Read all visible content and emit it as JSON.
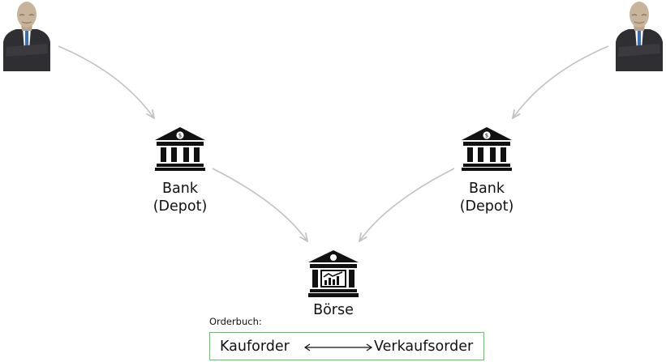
{
  "nodes": {
    "bank_left": {
      "line1": "Bank",
      "line2": "(Depot)"
    },
    "bank_right": {
      "line1": "Bank",
      "line2": "(Depot)"
    },
    "exchange": {
      "label": "Börse"
    }
  },
  "orderbook": {
    "title": "Orderbuch:",
    "buy": "Kauforder",
    "sell": "Verkaufsorder"
  },
  "colors": {
    "arrow": "#c2c2c2",
    "box_border": "#5cc85a",
    "icon": "#111111"
  },
  "icons": {
    "person": "businessman-icon",
    "bank": "bank-icon",
    "exchange": "stock-exchange-icon"
  }
}
